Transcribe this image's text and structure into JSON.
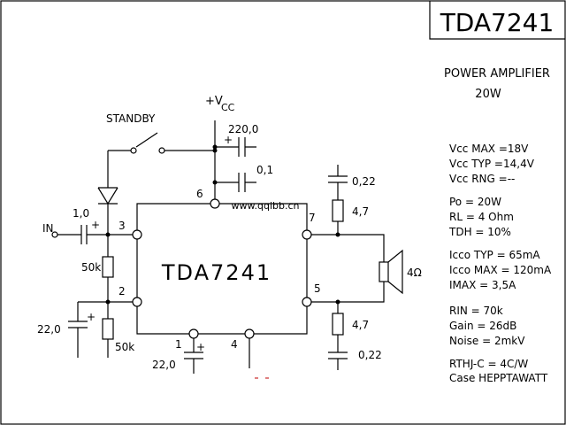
{
  "title": "TDA7241",
  "header": {
    "line1": "POWER AMPLIFIER",
    "line2": "20W"
  },
  "chip_label": "TDA7241",
  "watermark": "www.qqibb.cn",
  "labels": {
    "vcc_plus": "+V",
    "vcc_sub": "CC",
    "standby": "STANDBY",
    "in": "IN",
    "cap_in": "1,0",
    "cap_220": "220,0",
    "cap_01": "0,1",
    "cap_022_top": "0,22",
    "cap_022_bot": "0,22",
    "res_47_top": "4,7",
    "res_47_bot": "4,7",
    "res_50k_top": "50k",
    "res_50k_bot": "50k",
    "cap_22_left": "22,0",
    "cap_22_bottom": "22,0",
    "speaker": "4Ω",
    "plus": "+"
  },
  "pins": {
    "p1": "1",
    "p2": "2",
    "p3": "3",
    "p4": "4",
    "p5": "5",
    "p6": "6",
    "p7": "7"
  },
  "specs": {
    "vcc_max": "Vcc MAX =18V",
    "vcc_typ": "Vcc TYP =14,4V",
    "vcc_rng": "Vcc RNG =--",
    "po": "Po = 20W",
    "rl": "RL = 4 Ohm",
    "tdh": "TDH = 10%",
    "icco_typ": "Icco TYP = 65mA",
    "icco_max": "Icco MAX = 120mA",
    "imax": "IMAX =    3,5A",
    "rin": "RIN = 70k",
    "gain": "Gain = 26dB",
    "noise": "Noise = 2mkV",
    "rthj": "RTHJ-C = 4C/W",
    "case": "Case HEPPTAWATT"
  }
}
